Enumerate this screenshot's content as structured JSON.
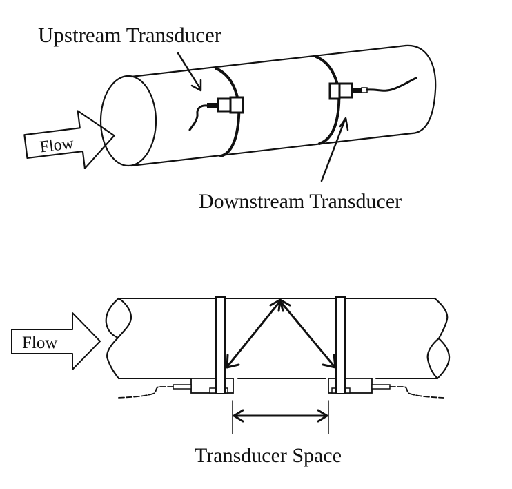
{
  "diagram": {
    "top": {
      "upstream_label": "Upstream Transducer",
      "downstream_label": "Downstream Transducer",
      "flow_label": "Flow"
    },
    "bottom": {
      "flow_label": "Flow",
      "spacing_label": "Transducer Space"
    },
    "colors": {
      "line": "#111111",
      "background": "#ffffff"
    }
  }
}
